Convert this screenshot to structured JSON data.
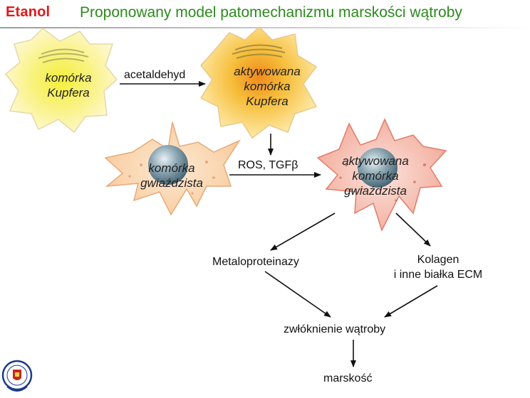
{
  "header": {
    "tag": "Etanol",
    "title": "Proponowany model patomechanizmu marskości wątroby"
  },
  "cells": {
    "kupffer": [
      "komórka",
      "Kupfera"
    ],
    "kupffer_active": [
      "aktywowana",
      "komórka",
      "Kupfera"
    ],
    "stellate": [
      "komórka",
      "gwiaździsta"
    ],
    "stellate_active": [
      "aktywowana",
      "komórka",
      "gwiaździsta"
    ]
  },
  "arrows": {
    "acetaldehyde": "acetaldehyd",
    "ros_tgf": "ROS, TGFβ"
  },
  "nodes": {
    "metalloproteinases": "Metaloproteinazy",
    "collagen": [
      "Kolagen",
      "i inne białka ECM"
    ],
    "fibrosis": "zwłóknienie wątroby",
    "cirrhosis": "marskość"
  },
  "colors": {
    "tag": "#e31818",
    "title": "#2c8a1d",
    "kupffer_fill": "#fff7cf",
    "kupffer_glow": "#f4ef3a",
    "kupffer_active_glow": "#f0b02a",
    "stellate_fill": "#fbdcbd",
    "stellate_active_fill": "#f9c8bf",
    "nucleus": "#5c7e8e"
  },
  "icons": {
    "seal": "university-seal-icon"
  }
}
